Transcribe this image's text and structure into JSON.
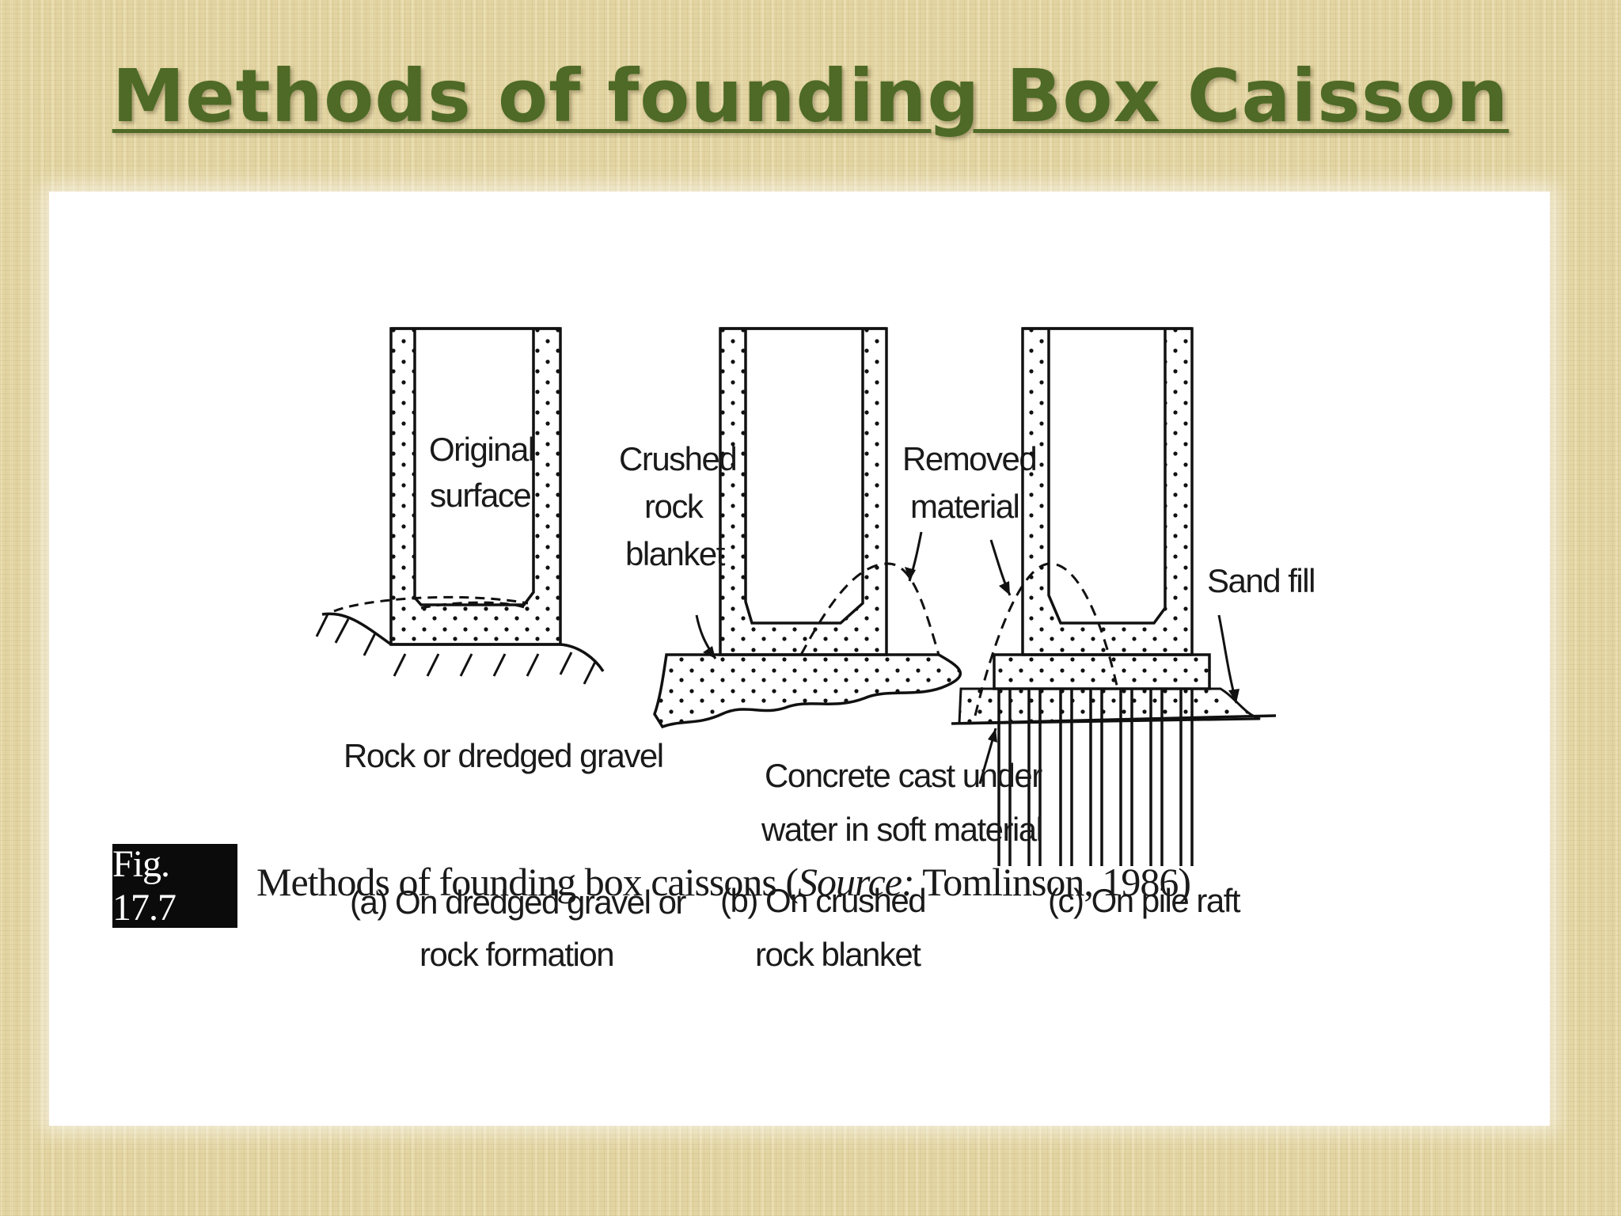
{
  "title": "Methods of founding Box Caisson",
  "diagram": {
    "panel_a": {
      "label_original_surface": [
        "Original",
        "surface"
      ],
      "label_ground": "Rock or dredged gravel",
      "caption": [
        "(a) On dredged gravel or",
        "rock formation"
      ]
    },
    "panel_b": {
      "label_blanket": [
        "Crushed",
        "rock",
        "blanket"
      ],
      "label_removed": [
        "Removed",
        "material"
      ],
      "caption": [
        "(b) On crushed",
        "rock blanket"
      ]
    },
    "panel_c": {
      "label_sand_fill": "Sand fill",
      "label_concrete": [
        "Concrete cast under",
        "water in soft material"
      ],
      "caption": "(c) On pile raft"
    }
  },
  "figure_caption": {
    "badge": "Fig. 17.7",
    "text_before": "Methods of founding box caissons (",
    "text_source": "Source:",
    "text_after": " Tomlinson, 1986)"
  }
}
